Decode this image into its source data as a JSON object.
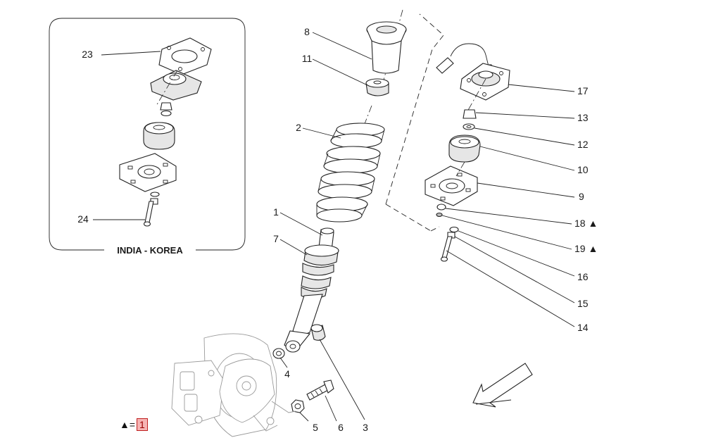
{
  "inset": {
    "title": "INDIA - KOREA",
    "labels": {
      "23": "23",
      "24": "24"
    }
  },
  "labels": {
    "p1": "1",
    "p2": "2",
    "p3": "3",
    "p4": "4",
    "p5": "5",
    "p6": "6",
    "p7": "7",
    "p8": "8",
    "p9": "9",
    "p10": "10",
    "p11": "11",
    "p12": "12",
    "p13": "13",
    "p14": "14",
    "p15": "15",
    "p16": "16",
    "p17": "17",
    "p18": "18 ▲",
    "p19": "19 ▲"
  },
  "legend": {
    "symbol": "▲=",
    "value": "1"
  },
  "colors": {
    "legend_fill": "#f6b4b4",
    "legend_stroke": "#c02020",
    "line": "#222222"
  }
}
